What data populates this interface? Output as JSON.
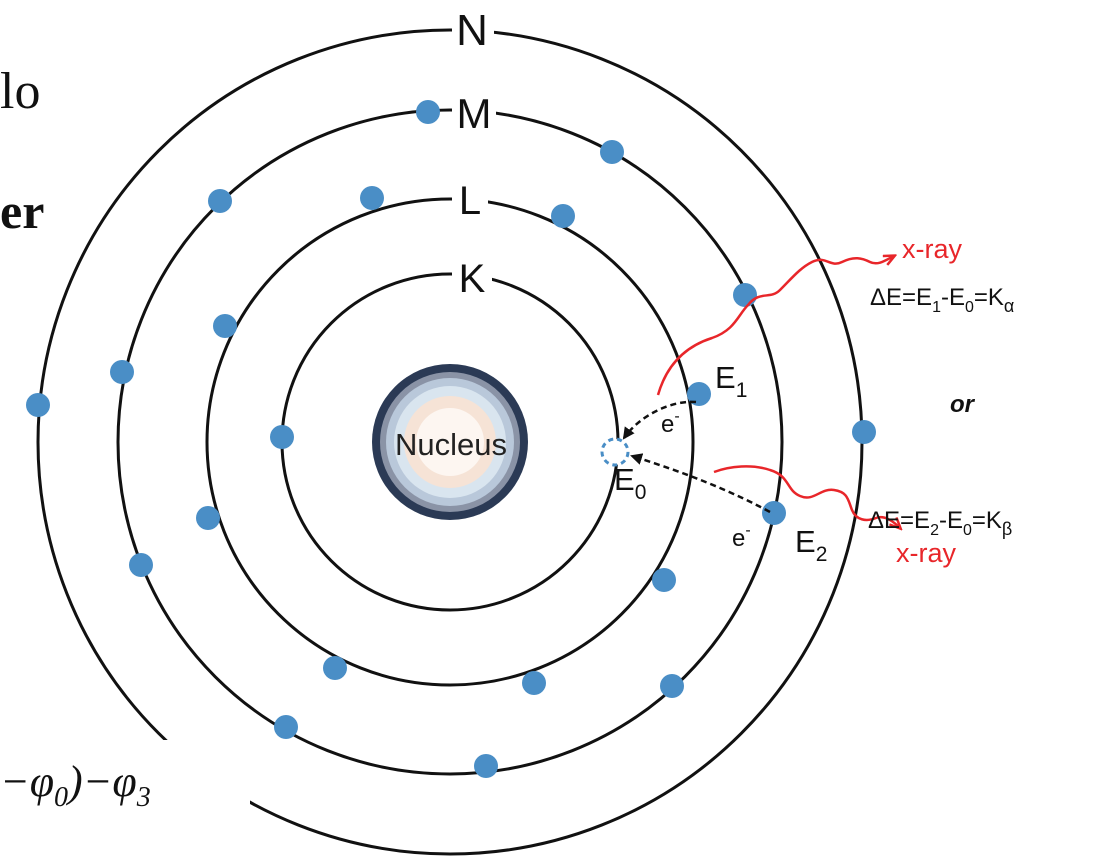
{
  "fragments": {
    "top_text": "lo",
    "bold_text": "er"
  },
  "formula": {
    "text_main": "−φ",
    "sub0": "0",
    "text_mid": ")−φ",
    "sub3": "3"
  },
  "diagram": {
    "shells": [
      "K",
      "L",
      "M",
      "N"
    ],
    "nucleus_label": "Nucleus",
    "levels": {
      "e1": "E",
      "e1_sub": "1",
      "e0": "E",
      "e0_sub": "0",
      "e2": "E",
      "e2_sub": "2"
    },
    "electron_label": "e",
    "electron_sup": "-",
    "xray_label": "x-ray",
    "or_label": "or",
    "eq_alpha": {
      "a": "ΔE=E",
      "a_sub": "1",
      "b": "-E",
      "b_sub": "0",
      "c": "=K",
      "c_sub": "α"
    },
    "eq_beta": {
      "a": "ΔE=E",
      "a_sub": "2",
      "b": "-E",
      "b_sub": "0",
      "c": "=K",
      "c_sub": "β"
    },
    "colors": {
      "electron": "#4a8ec6",
      "xray": "#e8262a",
      "shell": "#111111"
    }
  }
}
